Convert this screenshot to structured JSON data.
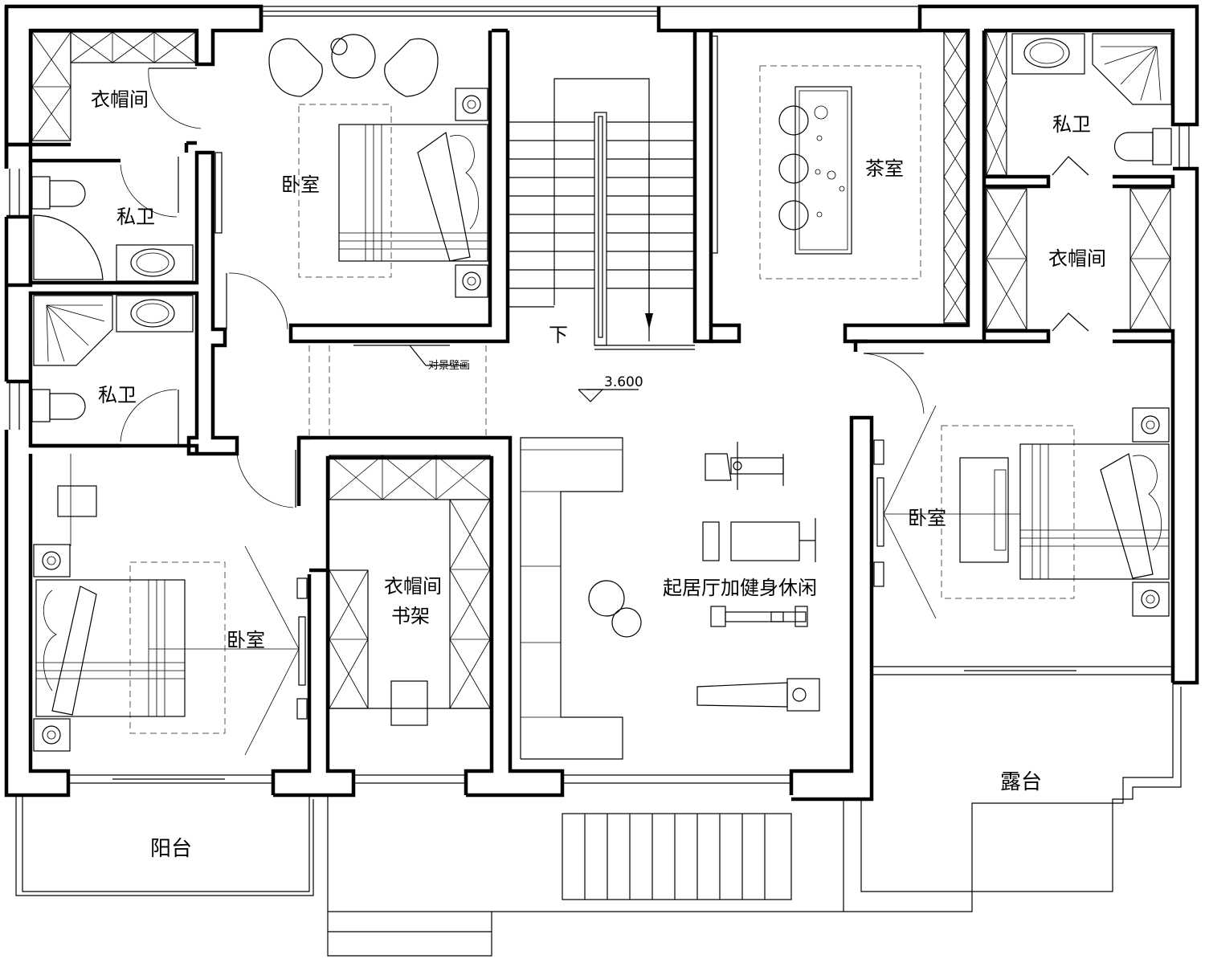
{
  "plan": {
    "rooms": {
      "closet_top_left": "衣帽间",
      "bath_upper_left": "私卫",
      "bath_lower_left": "私卫",
      "bedroom_top": "卧室",
      "tea_room": "茶室",
      "bath_top_right": "私卫",
      "closet_right": "衣帽间",
      "bedroom_right": "卧室",
      "bedroom_left": "卧室",
      "closet_study_line1": "衣帽间",
      "closet_study_line2": "书架",
      "living_gym": "起居厅加健身休闲",
      "balcony": "阳台",
      "terrace": "露台"
    },
    "annotations": {
      "mural": "对景壁画",
      "stair_down": "下",
      "elevation": "3.600"
    }
  }
}
